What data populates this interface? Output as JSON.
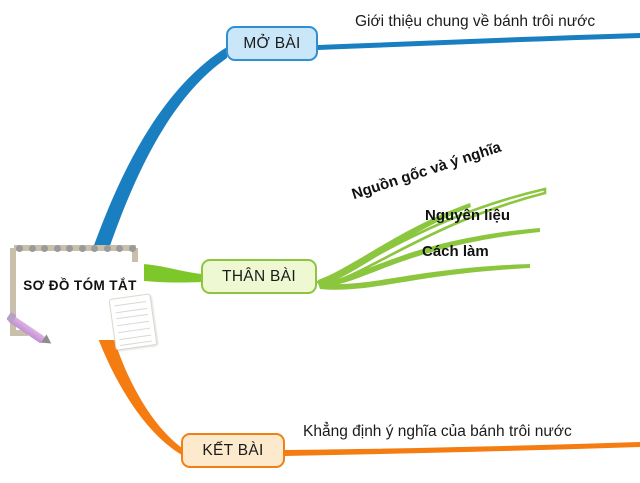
{
  "diagram": {
    "type": "mind-map",
    "center": {
      "label": "SƠ ĐỒ TÓM TẮT",
      "icons": [
        "notepad-icon",
        "pencil-icon",
        "sticky-note-icon"
      ]
    },
    "branches": [
      {
        "id": "mo-bai",
        "node_label": "MỞ BÀI",
        "caption": "Giới thiệu chung về bánh trôi nước",
        "color": "#1a7fc1",
        "node_fill": "#c9e7f8",
        "node_border": "#2f8fd0",
        "children": []
      },
      {
        "id": "than-bai",
        "node_label": "THÂN BÀI",
        "caption": "",
        "color": "#7dc72a",
        "node_fill": "#eef8d2",
        "node_border": "#8cc63e",
        "children": [
          {
            "id": "nguon-goc",
            "label": "Nguồn gốc và ý nghĩa"
          },
          {
            "id": "nguyen-lieu",
            "label": "Nguyên liệu"
          },
          {
            "id": "cach-lam",
            "label": "Cách làm"
          }
        ]
      },
      {
        "id": "ket-bai",
        "node_label": "KẾT BÀI",
        "caption": "Khẳng định ý nghĩa của bánh trôi nước",
        "color": "#f57c10",
        "node_fill": "#fdeacd",
        "node_border": "#f08016",
        "children": []
      }
    ],
    "colors": {
      "background": "#ffffff",
      "blue": "#1a7fc1",
      "green": "#7dc72a",
      "orange": "#f57c10",
      "frame": "#c9c0ac",
      "binding_dot": "#9a9a9a",
      "pencil": "#c18fd0",
      "text": "#111111"
    }
  }
}
